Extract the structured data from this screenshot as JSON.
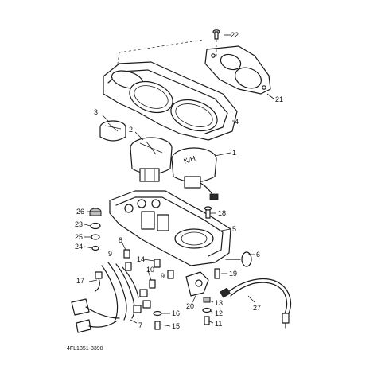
{
  "diagram": {
    "part_code": "4FL1351-3390",
    "callouts": [
      {
        "id": "c1",
        "label": "1"
      },
      {
        "id": "c2",
        "label": "2"
      },
      {
        "id": "c3",
        "label": "3"
      },
      {
        "id": "c4",
        "label": "4"
      },
      {
        "id": "c5",
        "label": "5"
      },
      {
        "id": "c6",
        "label": "6"
      },
      {
        "id": "c7",
        "label": "7"
      },
      {
        "id": "c8",
        "label": "8"
      },
      {
        "id": "c9a",
        "label": "9"
      },
      {
        "id": "c9b",
        "label": "9"
      },
      {
        "id": "c10",
        "label": "10"
      },
      {
        "id": "c11",
        "label": "11"
      },
      {
        "id": "c12",
        "label": "12"
      },
      {
        "id": "c13",
        "label": "13"
      },
      {
        "id": "c14",
        "label": "14"
      },
      {
        "id": "c15",
        "label": "15"
      },
      {
        "id": "c16",
        "label": "16"
      },
      {
        "id": "c17",
        "label": "17"
      },
      {
        "id": "c18",
        "label": "18"
      },
      {
        "id": "c19",
        "label": "19"
      },
      {
        "id": "c20",
        "label": "20"
      },
      {
        "id": "c21",
        "label": "21"
      },
      {
        "id": "c22",
        "label": "22"
      },
      {
        "id": "c23",
        "label": "23"
      },
      {
        "id": "c24",
        "label": "24"
      },
      {
        "id": "c25",
        "label": "25"
      },
      {
        "id": "c26",
        "label": "26"
      },
      {
        "id": "c27",
        "label": "27"
      }
    ]
  }
}
